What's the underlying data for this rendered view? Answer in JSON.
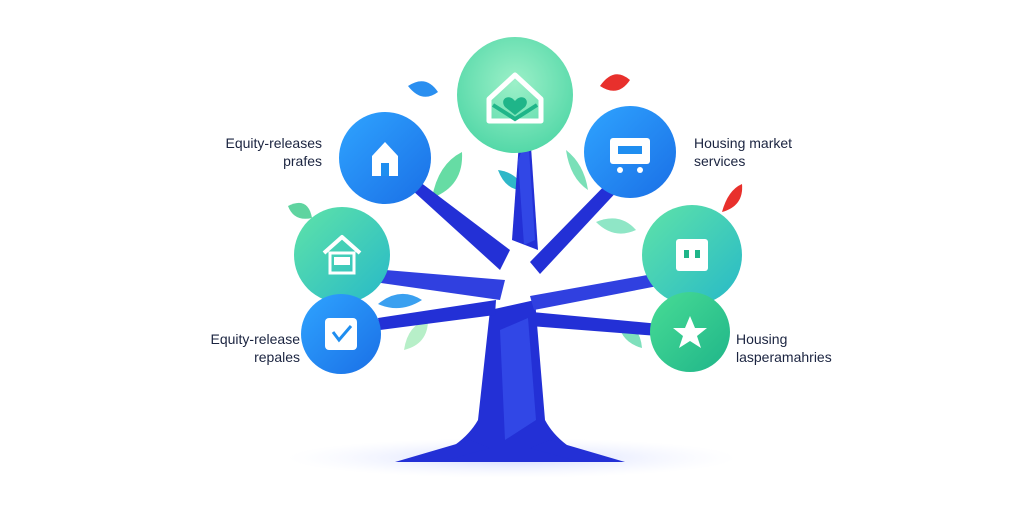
{
  "labels": {
    "top_left": [
      "Equity-releases",
      "prafes"
    ],
    "bottom_left": [
      "Equity-release",
      "repales"
    ],
    "top_right": [
      "Housing market",
      "services"
    ],
    "bottom_right": [
      "Housing",
      "lasperamahries"
    ]
  },
  "colors": {
    "trunk": "#2330d6",
    "trunk_light": "#3b56f0",
    "blue_node": "#1f8ef0",
    "green_node": "#3fd89a",
    "leaf_green": "#5fd4a0",
    "leaf_blue": "#2a8ff0",
    "leaf_red": "#e8302c",
    "text": "#1b2440"
  },
  "icons": {
    "top": "house-heart-icon",
    "left_upper": "house-icon",
    "left_middle": "house-window-icon",
    "left_lower": "bird-icon",
    "right_upper": "card-icon",
    "right_middle": "document-icon",
    "right_lower": "star-house-icon"
  }
}
